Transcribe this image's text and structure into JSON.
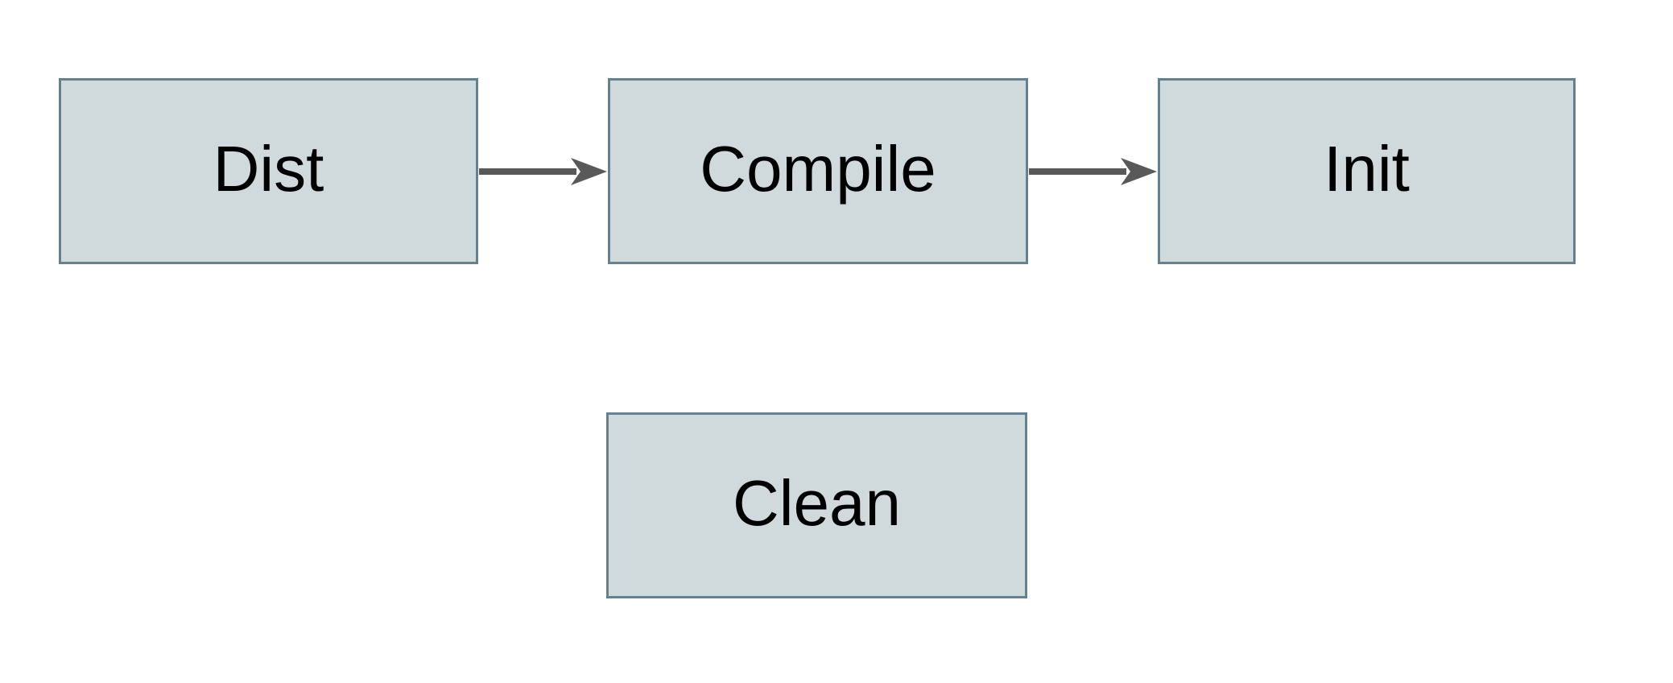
{
  "diagram": {
    "background_color": "#ffffff",
    "node_fill_color": "#d0d9db",
    "node_border_color": "#65808e",
    "arrow_color": "#595959",
    "text_color": "#000000",
    "nodes": [
      {
        "id": "dist",
        "label": "Dist"
      },
      {
        "id": "compile",
        "label": "Compile"
      },
      {
        "id": "init",
        "label": "Init"
      },
      {
        "id": "clean",
        "label": "Clean"
      }
    ],
    "edges": [
      {
        "from": "Dist",
        "to": "Compile"
      },
      {
        "from": "Compile",
        "to": "Init"
      }
    ]
  }
}
